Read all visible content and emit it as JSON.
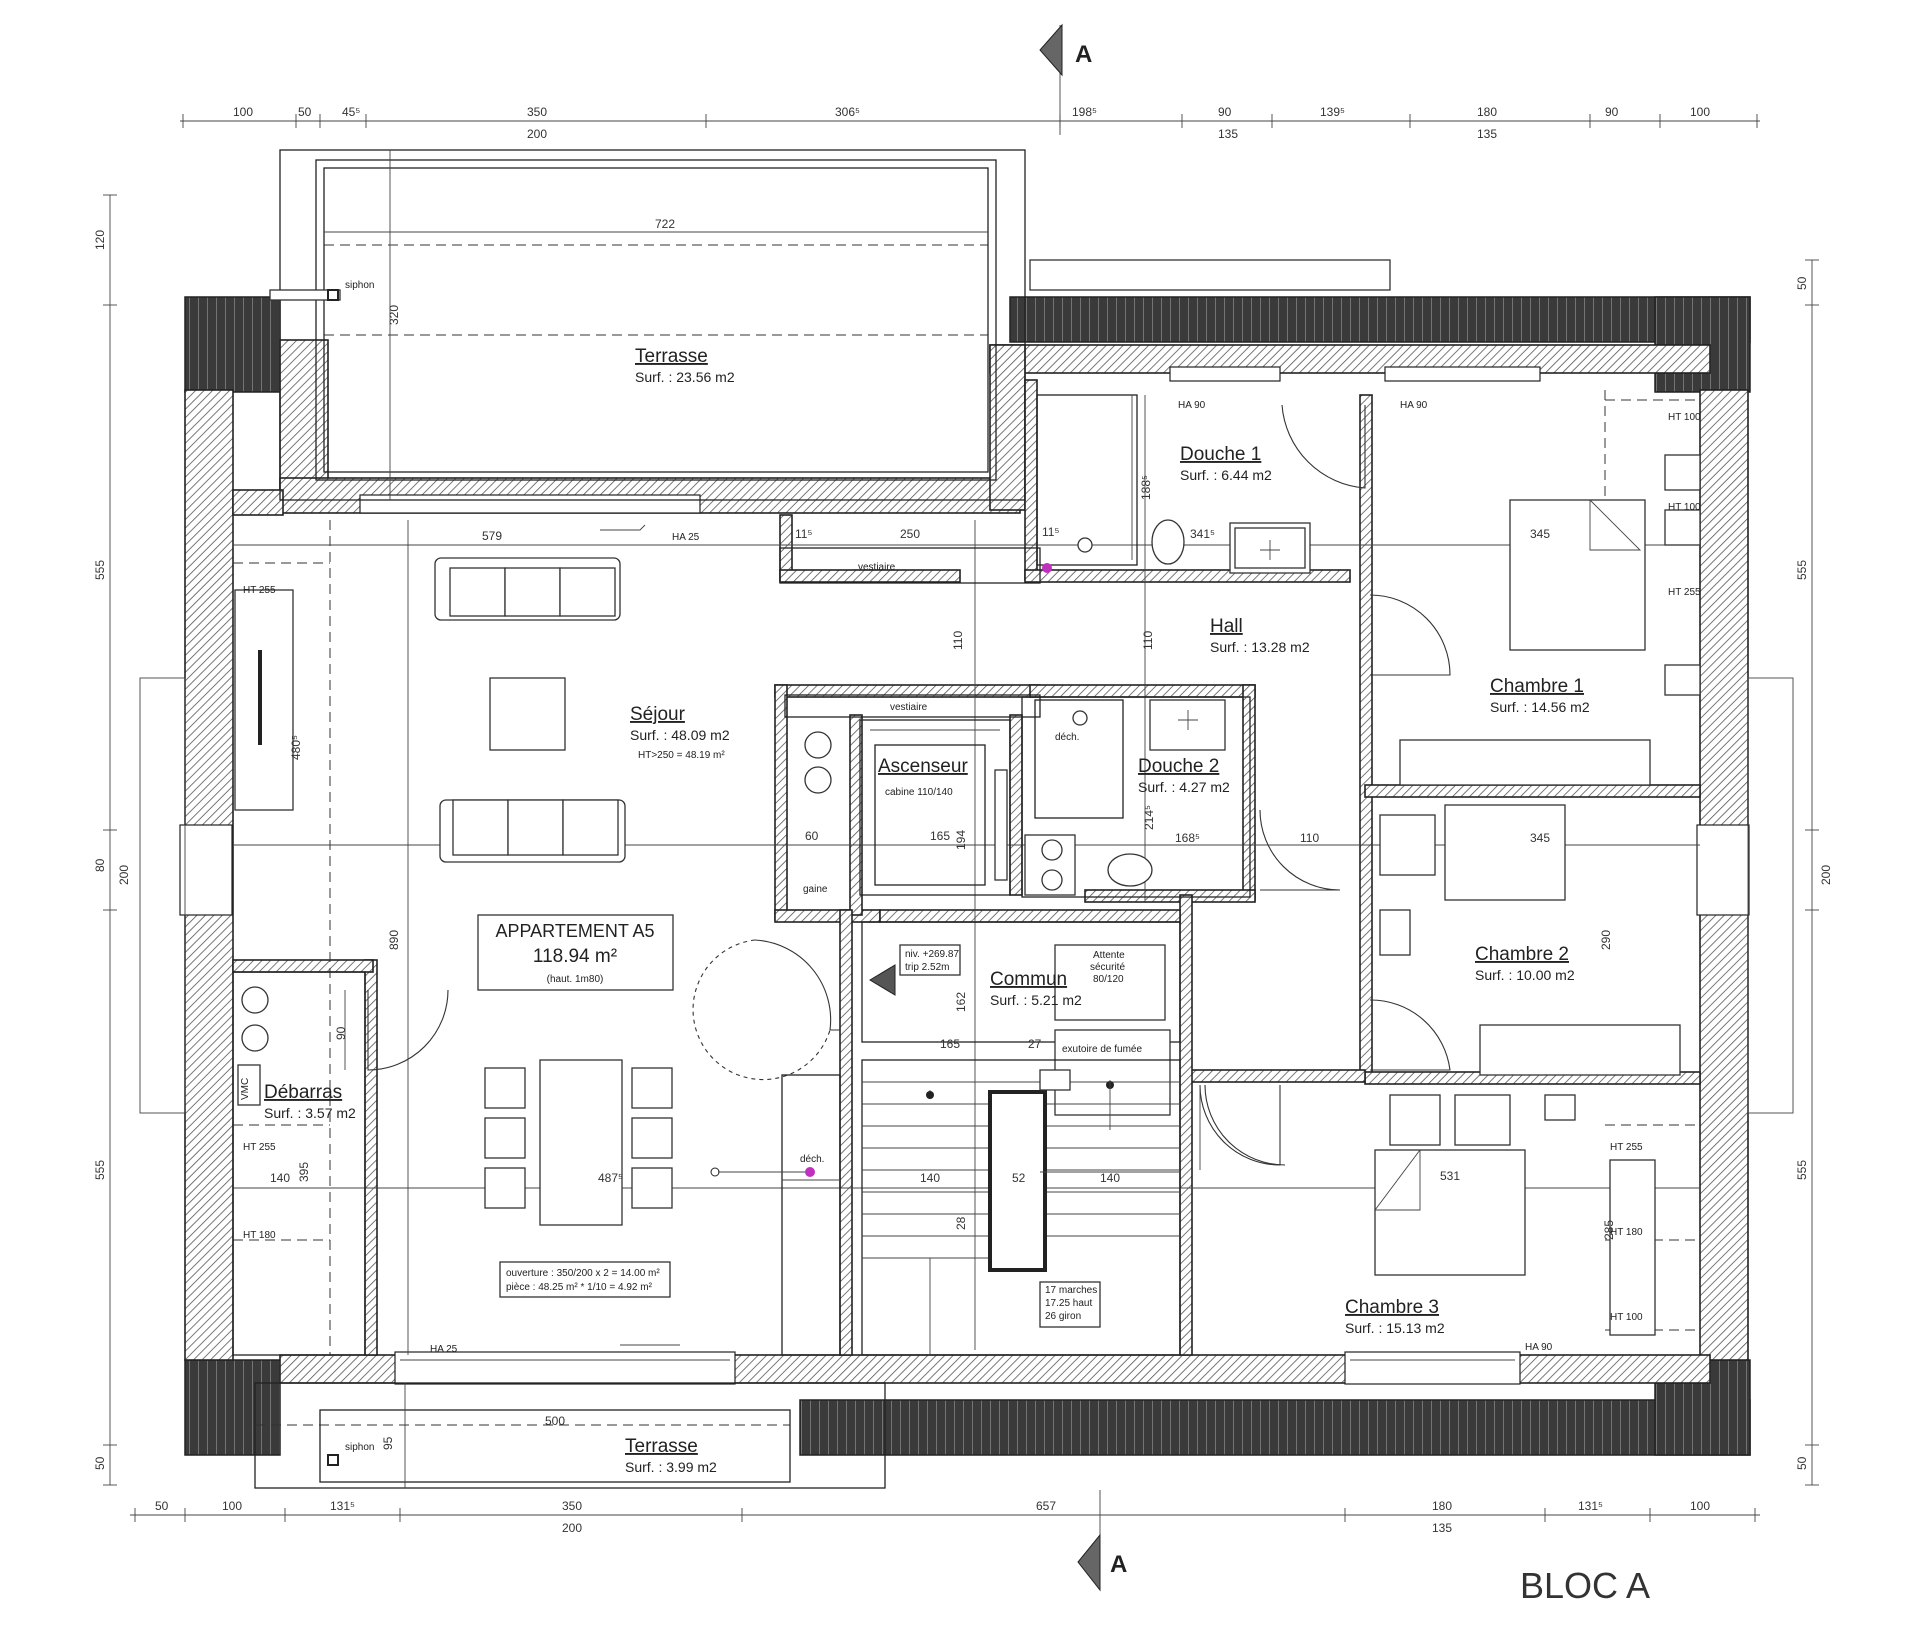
{
  "section_marker": "A",
  "bloc_label": "BLOC A",
  "apartment": {
    "name": "APPARTEMENT A5",
    "area": "118.94 m²",
    "height_note": "(haut. 1m80)"
  },
  "rooms": {
    "terrasse_top": {
      "name": "Terrasse",
      "surf": "Surf. : 23.56 m2"
    },
    "terrasse_bottom": {
      "name": "Terrasse",
      "surf": "Surf. : 3.99 m2"
    },
    "douche1": {
      "name": "Douche 1",
      "surf": "Surf. : 6.44 m2"
    },
    "hall": {
      "name": "Hall",
      "surf": "Surf. : 13.28 m2"
    },
    "chambre1": {
      "name": "Chambre 1",
      "surf": "Surf. : 14.56 m2"
    },
    "sejour": {
      "name": "Séjour",
      "surf": "Surf. : 48.09 m2",
      "note": "HT>250 = 48.19 m²"
    },
    "ascenseur": {
      "name": "Ascenseur",
      "note": "cabine 110/140"
    },
    "douche2": {
      "name": "Douche 2",
      "surf": "Surf. : 4.27 m2"
    },
    "chambre2": {
      "name": "Chambre 2",
      "surf": "Surf. : 10.00 m2"
    },
    "commun": {
      "name": "Commun",
      "surf": "Surf. : 5.21 m2"
    },
    "debarras": {
      "name": "Débarras",
      "surf": "Surf. : 3.57 m2"
    },
    "chambre3": {
      "name": "Chambre 3",
      "surf": "Surf. : 15.13 m2"
    }
  },
  "labels": {
    "siphon": "siphon",
    "vestiaire": "vestiaire",
    "dech": "déch.",
    "gaine": "gaine",
    "vmc": "VMC",
    "ha25": "HA 25",
    "ha90": "HA 90",
    "ht255": "HT 255",
    "ht180": "HT 180",
    "ht100": "HT 100",
    "attente": [
      "Attente",
      "sécurité",
      "80/120"
    ],
    "exutoire": "exutoire de fumée",
    "niv": [
      "niv. +269.87",
      "trip 2.52m"
    ],
    "stairs": [
      "17 marches",
      "17.25 haut",
      "26 giron"
    ],
    "ouverture": [
      "ouverture : 350/200 x 2 = 14.00 m²",
      "pièce : 48.25 m² * 1/10 = 4.92 m²"
    ]
  },
  "dims": {
    "top_row1": [
      "100",
      "50",
      "45⁵",
      "350",
      "306⁵",
      "198⁵",
      "90",
      "139⁵",
      "180",
      "90",
      "100"
    ],
    "top_row2": [
      "200",
      "135",
      "135"
    ],
    "bottom_row1": [
      "50",
      "100",
      "131⁵",
      "350",
      "657",
      "180",
      "131⁵",
      "100"
    ],
    "bottom_row2": [
      "200",
      "135"
    ],
    "left": [
      "120",
      "555",
      "80",
      "200",
      "555",
      "50"
    ],
    "right": [
      "50",
      "555",
      "200",
      "555",
      "50"
    ],
    "interior": {
      "d722": "722",
      "d320": "320",
      "d579": "579",
      "d250": "250",
      "d11a": "11⁵",
      "d345a": "345",
      "d345b": "345",
      "d341": "341⁵",
      "d188": "188⁵",
      "d110a": "110",
      "d110b": "110",
      "d110c": "110",
      "d480": "480⁵",
      "d60": "60",
      "d165a": "165",
      "d194": "194",
      "d214": "214⁵",
      "d168": "168⁵",
      "d162": "162",
      "d165b": "165",
      "d27": "27",
      "d290": "290",
      "d890": "890",
      "d90": "90",
      "d140a": "140",
      "d140b": "140",
      "d52": "52",
      "d140c": "140",
      "d487": "487⁵",
      "d531": "531",
      "d28": "28",
      "d285": "285",
      "d500": "500",
      "d95": "95",
      "d395": "395"
    }
  }
}
